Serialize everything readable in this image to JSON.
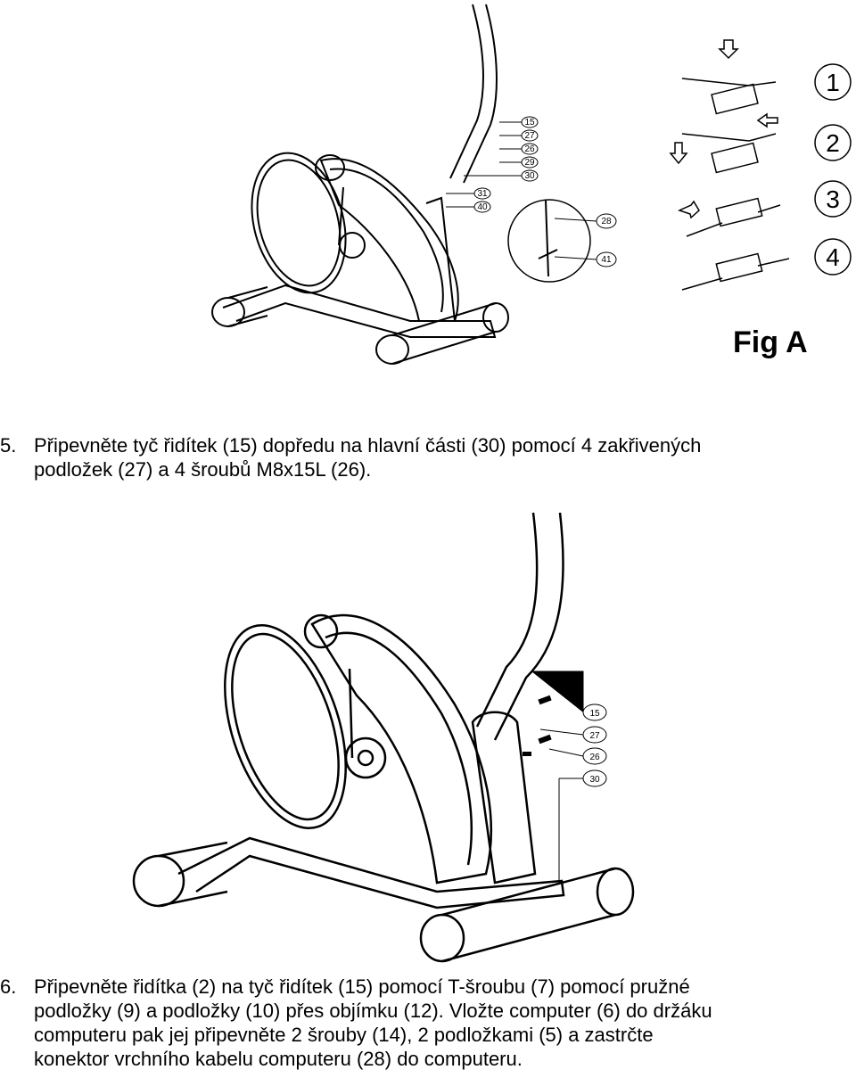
{
  "figure_a": {
    "label": "Fig A",
    "steps": [
      "1",
      "2",
      "3",
      "4"
    ],
    "callouts_frame": [
      "15",
      "27",
      "26",
      "29",
      "30",
      "31",
      "40"
    ],
    "callouts_detail": [
      "28",
      "41"
    ]
  },
  "step5": {
    "number": "5.",
    "lines": [
      "Připevněte tyč řidítek (15) dopředu na hlavní části (30) pomocí 4 zakřivených",
      "podložek (27) a 4 šroubů M8x15L (26)."
    ]
  },
  "figure_b": {
    "callouts": [
      "15",
      "27",
      "26",
      "30"
    ]
  },
  "step6": {
    "number": "6.",
    "lines": [
      "Připevněte řidítka (2) na tyč řidítek (15) pomocí T-šroubu (7) pomocí pružné",
      "podložky (9) a podložky (10) přes objímku (12). Vložte computer (6) do držáku",
      "computeru pak jej připevněte 2 šrouby (14), 2 podložkami (5) a zastrčte",
      "konektor vrchního kabelu computeru (28) do computeru."
    ]
  }
}
